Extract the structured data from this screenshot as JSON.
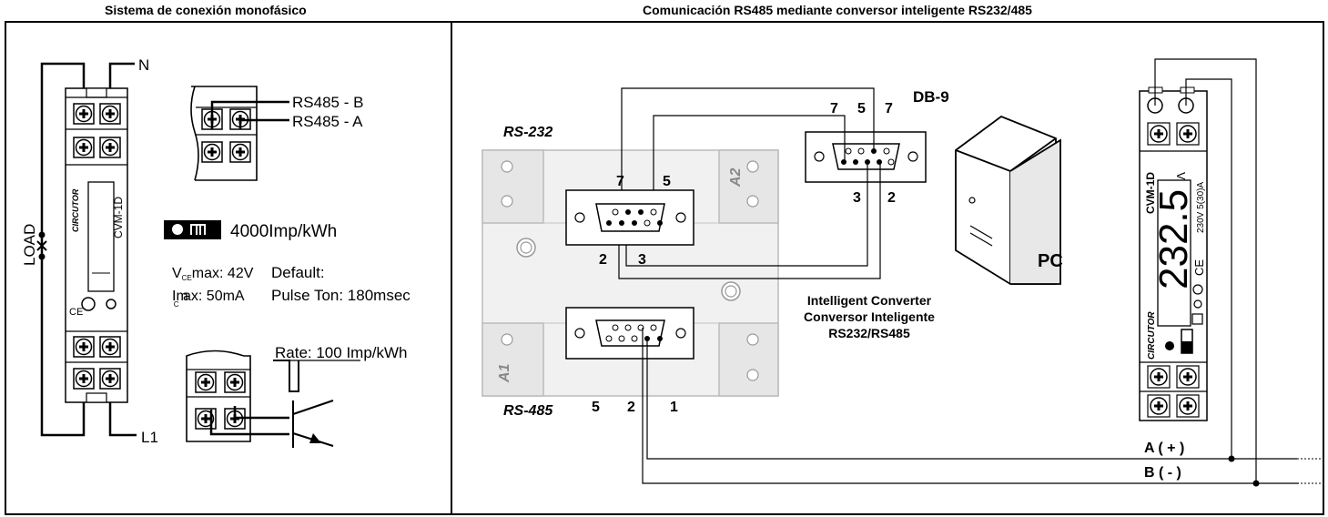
{
  "titles": {
    "left": "Sistema de conexión monofásico",
    "right": "Comunicación RS485 mediante conversor inteligente RS232/485"
  },
  "left": {
    "terminal_n": "N",
    "terminal_l1": "L1",
    "load": "LOAD",
    "rs485_b": "RS485 - B",
    "rs485_a": "RS485 - A",
    "pulse_rate": "4000Imp/kWh",
    "vce_max": "V",
    "vce_sub": "CE",
    "vce_value": "max: 42V",
    "ic_max": "Im",
    "ic_sub": "C",
    "ic_value": " ax: 50mA",
    "default_label": "Default:",
    "pulse_ton": "Pulse Ton: 180msec",
    "rate": "Rate: 100 Imp/kWh",
    "meter_brand": "CIRCUTOR",
    "meter_model": "CVM-1D"
  },
  "right": {
    "rs232": "RS-232",
    "rs485": "RS-485",
    "db9": "DB-9",
    "pin7_top": "7",
    "pin5_top": "5",
    "pin3": "3",
    "pin2": "2",
    "conv_pin7": "7",
    "conv_pin5": "5",
    "conv_pin2": "2",
    "conv_pin3": "3",
    "rs485_pin5": "5",
    "rs485_pin2": "2",
    "rs485_pin1": "1",
    "a1": "A1",
    "a2": "A2",
    "pc": "PC",
    "converter_line1": "Intelligent Converter",
    "converter_line2": "Conversor Inteligente",
    "converter_line3": "RS232/RS485",
    "bus_a": "A ( + )",
    "bus_b": "B ( - )",
    "meter_model": "CVM-1D",
    "meter_reading": "232.5",
    "meter_unit": "V",
    "meter_spec": "230V 5(30)A",
    "meter_brand": "CIRCUTOR"
  }
}
